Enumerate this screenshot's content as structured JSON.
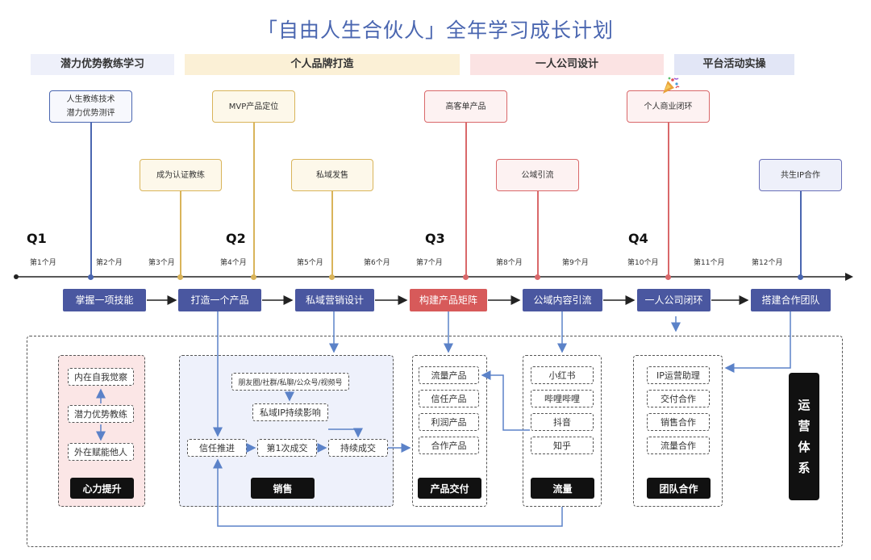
{
  "title": "「自由人生合伙人」全年学习成长计划",
  "phases": [
    {
      "label": "潜力优势教练学习",
      "color": "#eef0fa"
    },
    {
      "label": "个人品牌打造",
      "color": "#fbf0d6"
    },
    {
      "label": "一人公司设计",
      "color": "#fbe3e3"
    },
    {
      "label": "平台活动实操",
      "color": "#e2e6f6"
    }
  ],
  "milestones": {
    "m1": {
      "line1": "人生教练技术",
      "line2": "潜力优势测评"
    },
    "m2": {
      "line1": "成为认证教练"
    },
    "m3": {
      "line1": "MVP产品定位"
    },
    "m4": {
      "line1": "私域发售"
    },
    "m5": {
      "line1": "高客单产品"
    },
    "m6": {
      "line1": "公域引流"
    },
    "m7": {
      "line1": "个人商业闭环"
    },
    "m8": {
      "line1": "共生IP合作"
    }
  },
  "quarters": [
    "Q1",
    "Q2",
    "Q3",
    "Q4"
  ],
  "months": [
    "第1个月",
    "第2个月",
    "第3个月",
    "第4个月",
    "第5个月",
    "第6个月",
    "第7个月",
    "第8个月",
    "第9个月",
    "第10个月",
    "第11个月",
    "第12个月"
  ],
  "stages": [
    "掌握一项技能",
    "打造一个产品",
    "私域营销设计",
    "构建产品矩阵",
    "公域内容引流",
    "一人公司闭环",
    "搭建合作团队"
  ],
  "groups": {
    "mind": {
      "items": [
        "内在自我觉察",
        "潜力优势教练",
        "外在赋能他人"
      ],
      "label": "心力提升"
    },
    "sales": {
      "channels": "朋友圈/社群/私聊/公众号/视频号",
      "influence": "私域IP持续影响",
      "trust": "信任推进",
      "first_deal": "第1次成交",
      "repeat_deal": "持续成交",
      "label": "销售"
    },
    "product": {
      "items": [
        "流量产品",
        "信任产品",
        "利润产品",
        "合作产品"
      ],
      "label": "产品交付"
    },
    "traffic": {
      "items": [
        "小红书",
        "哔哩哔哩",
        "抖音",
        "知乎"
      ],
      "label": "流量"
    },
    "team": {
      "items": [
        "IP运营助理",
        "交付合作",
        "销售合作",
        "流量合作"
      ],
      "label": "团队合作"
    }
  },
  "ops_system": [
    "运",
    "营",
    "体",
    "系"
  ],
  "colors": {
    "blue": "#4a66b0",
    "yellow": "#d9b45a",
    "red": "#d9686a",
    "stage_blue": "#4a57a0",
    "stage_red": "#d75a5a"
  }
}
